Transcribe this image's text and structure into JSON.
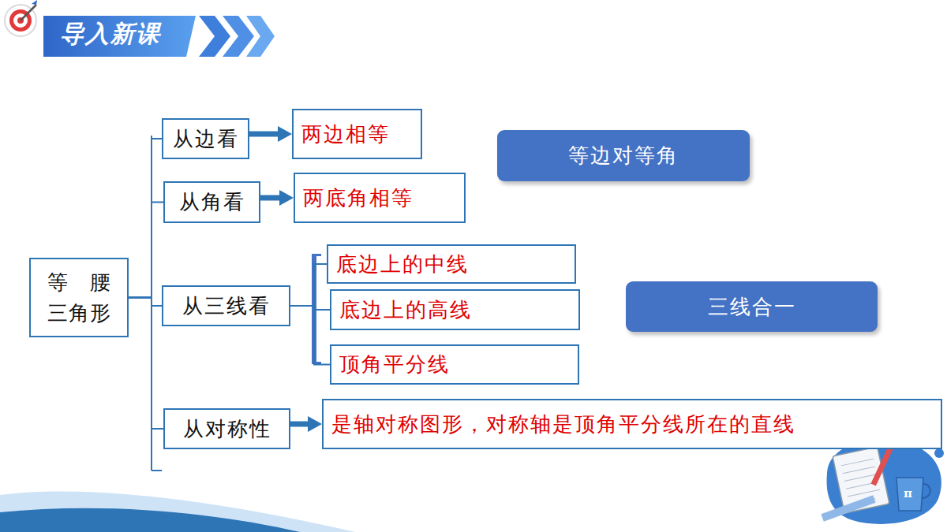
{
  "diagram": {
    "title": "导入新课",
    "nodes": [
      {
        "text": [
          "等腰 三角形"
        ]
      },
      {
        "text": [
          "从边看"
        ]
      },
      {
        "text": [
          "两边相等"
        ]
      },
      {
        "text": [
          "等边对等角"
        ]
      },
      {
        "text": [
          "从角看"
        ]
      },
      {
        "text": [
          "两底角相等"
        ]
      },
      {
        "text": [
          "从三线看"
        ]
      },
      {
        "text": [
          "底边上的中线"
        ]
      },
      {
        "text": [
          "底边上的高线"
        ]
      },
      {
        "text": [
          "顶角平分线"
        ]
      },
      {
        "text": [
          "三线合一"
        ]
      },
      {
        "text": [
          "从对称性"
        ]
      },
      {
        "text": [
          "是轴对称图形，对称轴是顶角平分线所在的直线"
        ]
      }
    ],
    "edges": [
      {
        "from": 0,
        "to": 1,
        "arrow": "none"
      },
      {
        "from": 0,
        "to": 4,
        "arrow": "none"
      },
      {
        "from": 0,
        "to": 6,
        "arrow": "none"
      },
      {
        "from": 0,
        "to": 11,
        "arrow": "none"
      },
      {
        "from": 1,
        "to": 2,
        "arrow": "to"
      },
      {
        "from": 4,
        "to": 5,
        "arrow": "to"
      },
      {
        "from": 6,
        "to": 7,
        "arrow": "none"
      },
      {
        "from": 6,
        "to": 8,
        "arrow": "none"
      },
      {
        "from": 6,
        "to": 9,
        "arrow": "none"
      },
      {
        "from": 11,
        "to": 12,
        "arrow": "to"
      }
    ],
    "labels": [
      "π"
    ]
  }
}
